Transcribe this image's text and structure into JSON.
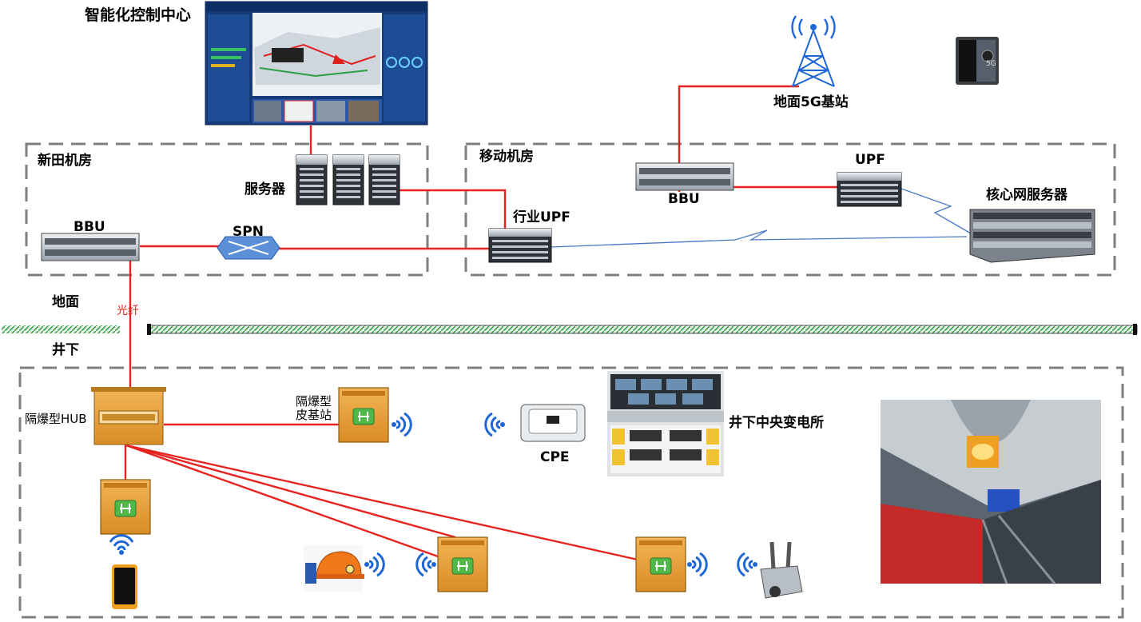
{
  "labels": {
    "control_center": "智能化控制中心",
    "xintian_room": "新田机房",
    "mobile_room": "移动机房",
    "servers": "服务器",
    "bbu_left": "BBU",
    "spn": "SPN",
    "industry_upf": "行业UPF",
    "bbu_right": "BBU",
    "upf": "UPF",
    "core_servers": "核心网服务器",
    "ground_5g": "地面5G基站",
    "ground": "地面",
    "fiber": "光纤",
    "underground": "井下",
    "hub": "隔爆型HUB",
    "base_station_line1": "隔爆型",
    "base_station_line2": "皮基站",
    "cpe": "CPE",
    "substation": "井下中央变电所"
  },
  "icons": {
    "phone_5g_badge": "5G"
  },
  "colors": {
    "red_link": "#e8231f",
    "blue_link": "#4a78c8",
    "dash_border": "#7f7f7f",
    "wifi_blue": "#1f67d6",
    "explosion_box": "#e8a33a",
    "ground_stripe": "#2f9a3f"
  }
}
